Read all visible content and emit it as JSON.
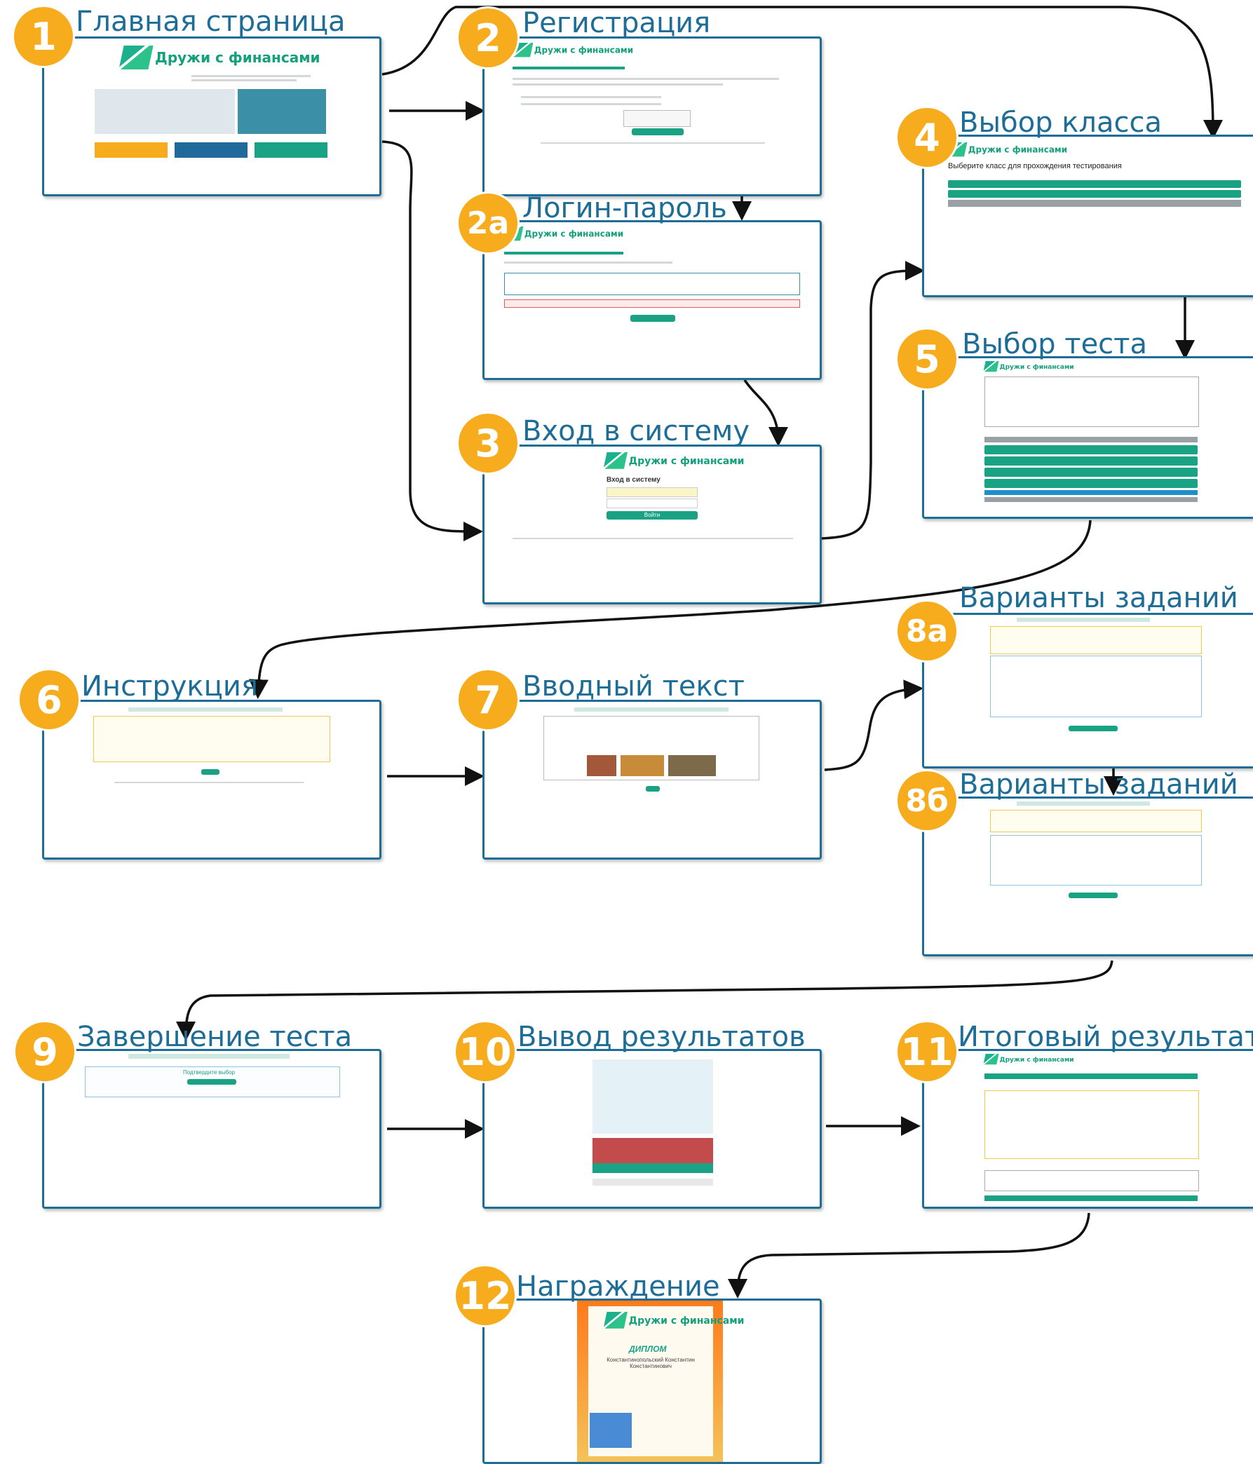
{
  "steps": [
    {
      "num": "1",
      "title": "Главная страница"
    },
    {
      "num": "2",
      "title": "Регистрация"
    },
    {
      "num": "2а",
      "title": "Логин-пароль"
    },
    {
      "num": "3",
      "title": "Вход в систему"
    },
    {
      "num": "4",
      "title": "Выбор класса"
    },
    {
      "num": "5",
      "title": "Выбор теста"
    },
    {
      "num": "6",
      "title": "Инструкция"
    },
    {
      "num": "7",
      "title": "Вводный текст"
    },
    {
      "num": "8а",
      "title": "Варианты заданий"
    },
    {
      "num": "8б",
      "title": "Варианты заданий"
    },
    {
      "num": "9",
      "title": "Завершение теста"
    },
    {
      "num": "10",
      "title": "Вывод результатов"
    },
    {
      "num": "11",
      "title": "Итоговый результат"
    },
    {
      "num": "12",
      "title": "Награждение"
    }
  ],
  "logo_text": "Дружи с финансами",
  "thumb_text": {
    "login_title": "Вход в систему",
    "login_button": "Войти",
    "grade_title": "Выберите класс для прохождения тестирования",
    "confirm_text": "Подтвердите выбор",
    "diploma_title": "ДИПЛОМ",
    "diploma_name": "Константинопольский Константин Константинович"
  },
  "colors": {
    "accent": "#f6ac1c",
    "brand": "#1d6d97",
    "green": "#1aa285"
  }
}
